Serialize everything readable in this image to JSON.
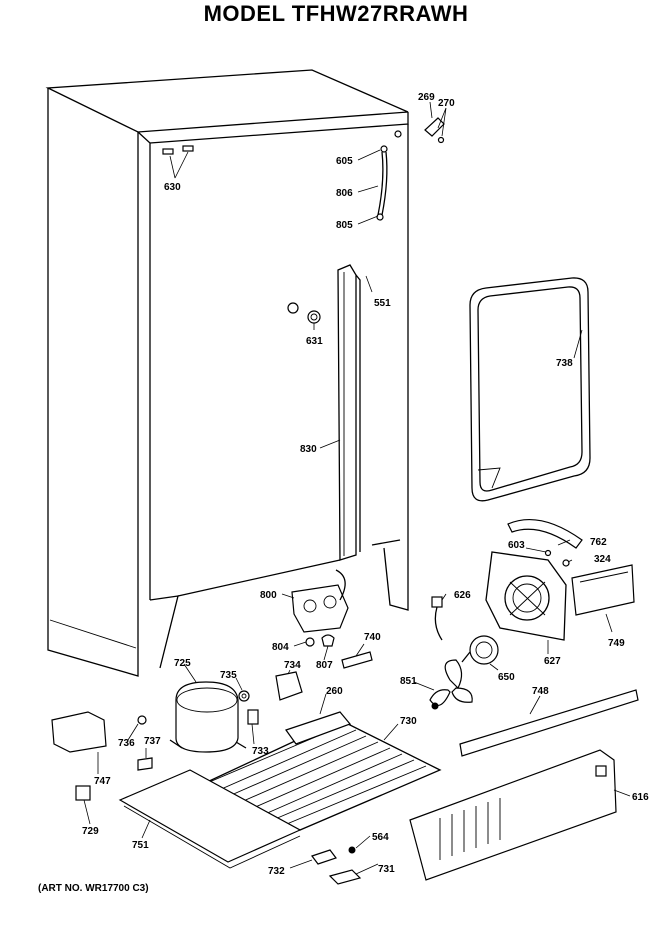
{
  "diagram": {
    "title": "MODEL TFHW27RRAWH",
    "art_number": "(ART NO. WR17700 C3)",
    "parts": [
      {
        "label": "269"
      },
      {
        "label": "270"
      },
      {
        "label": "605"
      },
      {
        "label": "630"
      },
      {
        "label": "806"
      },
      {
        "label": "805"
      },
      {
        "label": "551"
      },
      {
        "label": "631"
      },
      {
        "label": "738"
      },
      {
        "label": "830"
      },
      {
        "label": "762"
      },
      {
        "label": "603"
      },
      {
        "label": "324"
      },
      {
        "label": "800"
      },
      {
        "label": "626"
      },
      {
        "label": "749"
      },
      {
        "label": "627"
      },
      {
        "label": "804"
      },
      {
        "label": "740"
      },
      {
        "label": "807"
      },
      {
        "label": "650"
      },
      {
        "label": "725"
      },
      {
        "label": "735"
      },
      {
        "label": "734"
      },
      {
        "label": "851"
      },
      {
        "label": "260"
      },
      {
        "label": "748"
      },
      {
        "label": "730"
      },
      {
        "label": "736"
      },
      {
        "label": "737"
      },
      {
        "label": "733"
      },
      {
        "label": "747"
      },
      {
        "label": "616"
      },
      {
        "label": "729"
      },
      {
        "label": "751"
      },
      {
        "label": "564"
      },
      {
        "label": "732"
      },
      {
        "label": "731"
      }
    ]
  }
}
